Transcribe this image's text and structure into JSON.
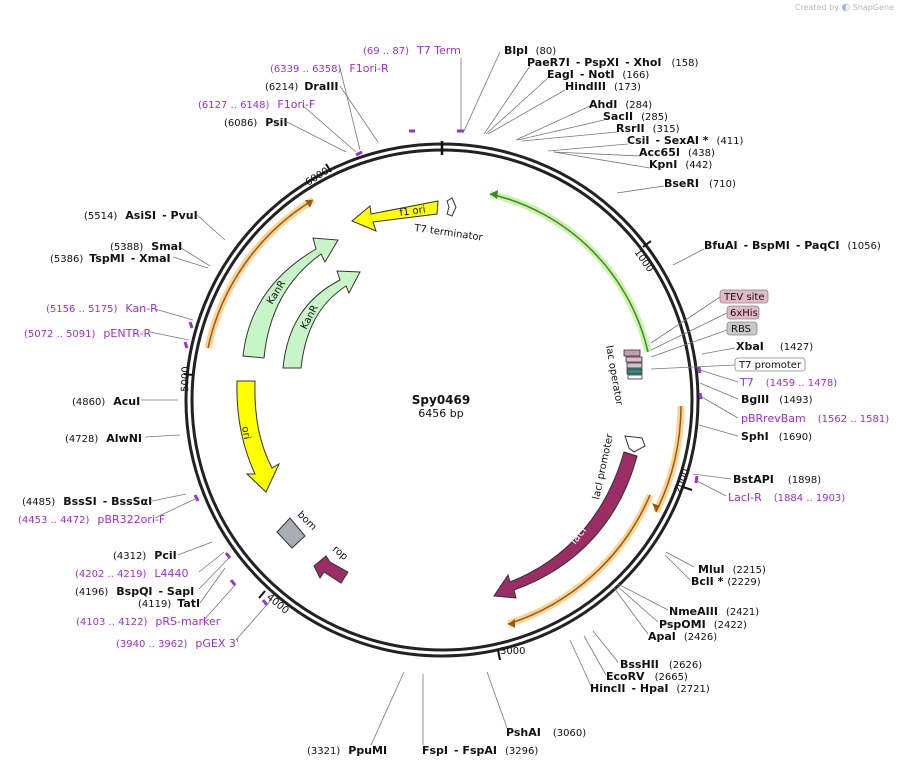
{
  "branding": {
    "created_by": "Created by",
    "app": "SnapGene"
  },
  "plasmid": {
    "name": "Spy0469",
    "size": "6456 bp"
  },
  "ticks": [
    "1000",
    "2000",
    "3000",
    "4000",
    "5000",
    "6000"
  ],
  "features": [
    {
      "label": "f1 ori",
      "color": "#ffff00"
    },
    {
      "label": "T7 terminator",
      "color": "#ffffff"
    },
    {
      "label": "KanR",
      "color": "#c8f5c8"
    },
    {
      "label": "KanR",
      "color": "#c8f5c8"
    },
    {
      "label": "ori",
      "color": "#ffff00"
    },
    {
      "label": "bom",
      "color": "#a8aeb4"
    },
    {
      "label": "rop",
      "color": "#9b2d64"
    },
    {
      "label": "lacI",
      "color": "#9b2d64"
    },
    {
      "label": "lacI promoter",
      "color": "#ffffff"
    },
    {
      "label": "lac operator",
      "color": "#ffffff"
    }
  ],
  "boxed_labels": [
    {
      "label": "TEV site",
      "color": "#e3b8c8"
    },
    {
      "label": "6xHis",
      "color": "#e3b8c8"
    },
    {
      "label": "RBS",
      "color": "#c8c8c8"
    },
    {
      "label": "T7 promoter",
      "color": "#ffffff"
    }
  ],
  "sites_right": [
    {
      "name": "BlpI",
      "pos": "(80)"
    },
    {
      "name": "PaeR7I",
      "name2": "- PspXI",
      "name3": "- XhoI",
      "pos": "(158)"
    },
    {
      "name": "EagI",
      "name2": "- NotI",
      "pos": "(166)"
    },
    {
      "name": "HindIII",
      "pos": "(173)"
    },
    {
      "name": "AhdI",
      "pos": "(284)"
    },
    {
      "name": "SacII",
      "pos": "(285)"
    },
    {
      "name": "RsrII",
      "pos": "(315)"
    },
    {
      "name": "CsiI",
      "name2": "- SexAI *",
      "pos": "(411)"
    },
    {
      "name": "Acc65I",
      "pos": "(438)"
    },
    {
      "name": "KpnI",
      "pos": "(442)"
    },
    {
      "name": "BseRI",
      "pos": "(710)"
    },
    {
      "name": "BfuAI",
      "name2": "- BspMI",
      "name3": "- PaqCI",
      "pos": "(1056)"
    },
    {
      "name": "XbaI",
      "pos": "(1427)"
    },
    {
      "name": "BglII",
      "pos": "(1493)"
    },
    {
      "name": "SphI",
      "pos": "(1690)"
    },
    {
      "name": "BstAPI",
      "pos": "(1898)"
    },
    {
      "name": "MluI",
      "pos": "(2215)"
    },
    {
      "name": "BclI *",
      "pos": "(2229)"
    },
    {
      "name": "NmeAIII",
      "pos": "(2421)"
    },
    {
      "name": "PspOMI",
      "pos": "(2422)"
    },
    {
      "name": "ApaI",
      "pos": "(2426)"
    },
    {
      "name": "BssHII",
      "pos": "(2626)"
    },
    {
      "name": "EcoRV",
      "pos": "(2665)"
    },
    {
      "name": "HincII",
      "name2": "- HpaI",
      "pos": "(2721)"
    },
    {
      "name": "PshAI",
      "pos": "(3060)"
    },
    {
      "name": "FspI",
      "name2": "- FspAI",
      "pos": "(3296)"
    }
  ],
  "sites_left": [
    {
      "pos": "(3321)",
      "name": "PpuMI"
    },
    {
      "pos": "(4119)",
      "name": "TatI"
    },
    {
      "pos": "(4196)",
      "name": "BspQI",
      "name2": "- SapI"
    },
    {
      "pos": "(4312)",
      "name": "PciI"
    },
    {
      "pos": "(4485)",
      "name": "BssSI",
      "name2": "- BssSαI"
    },
    {
      "pos": "(4728)",
      "name": "AlwNI"
    },
    {
      "pos": "(4860)",
      "name": "AcuI"
    },
    {
      "pos": "(5386)",
      "name": "TspMI",
      "name2": "- XmaI"
    },
    {
      "pos": "(5388)",
      "name": "SmaI"
    },
    {
      "pos": "(5514)",
      "name": "AsiSI",
      "name2": "- PvuI"
    },
    {
      "pos": "(6086)",
      "name": "PsiI"
    },
    {
      "pos": "(6214)",
      "name": "DraIII"
    }
  ],
  "primers": [
    {
      "range": "(69 .. 87)",
      "name": "T7 Term"
    },
    {
      "range": "(6339 .. 6358)",
      "name": "F1ori-R"
    },
    {
      "range": "(6127 .. 6148)",
      "name": "F1ori-F"
    },
    {
      "range": "(5156 .. 5175)",
      "name": "Kan-R"
    },
    {
      "range": "(5072 .. 5091)",
      "name": "pENTR-R"
    },
    {
      "range": "(4453 .. 4472)",
      "name": "pBR322ori-F"
    },
    {
      "range": "(4202 .. 4219)",
      "name": "L4440"
    },
    {
      "range": "(4103 .. 4122)",
      "name": "pRS-marker"
    },
    {
      "range": "(3940 .. 3962)",
      "name": "pGEX 3'"
    },
    {
      "name": "T7",
      "range": "(1459 .. 1478)"
    },
    {
      "name": "pBRrevBam",
      "range": "(1562 .. 1581)"
    },
    {
      "name": "LacI-R",
      "range": "(1884 .. 1903)"
    }
  ]
}
